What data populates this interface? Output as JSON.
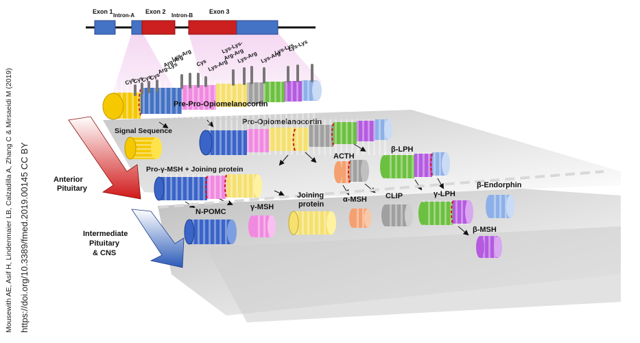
{
  "gene": {
    "exon1": "Exon 1",
    "intron_a": "Intron-A",
    "exon2": "Exon 2",
    "intron_b": "Intron-B",
    "exon3": "Exon 3"
  },
  "cleavage_sites": {
    "cys1": "Cys",
    "cys2": "Cys",
    "cys3": "Cys",
    "cys4": "Cys",
    "arg_lys": "Arg-Lys",
    "arg_arg": "Arg-Arg",
    "lys_arg1": "Lys-Arg",
    "cys5": "Cys",
    "lys_arg2": "Lys-Arg",
    "lys_lys_arg_arg": [
      "Lys-Lys-",
      "Arg-Arg"
    ],
    "lys_arg3": "Lys-Arg",
    "lys_arg4": "Lys-Arg",
    "lys_lys1": "Lys-Lys",
    "lys_lys2": "Lys-Lys"
  },
  "stages": {
    "anterior": [
      "Anterior",
      "Pituitary"
    ],
    "intermediate": [
      "Intermediate",
      "Pituitary",
      "& CNS"
    ]
  },
  "labels": {
    "pre_pomc": "Pre-Pro-Opiomelanocortin",
    "signal_sequence": "Signal Sequence",
    "pomc": "Pro-Opiomelanocortin",
    "pro_gamma_msh": "Pro-γ-MSH + Joining protein",
    "acth": "ACTH",
    "beta_lph": "β-LPH",
    "n_pomc": "N-POMC",
    "gamma_msh": "γ-MSH",
    "joining_protein": [
      "Joining",
      "protein"
    ],
    "alpha_msh": "α-MSH",
    "clip": "CLIP",
    "gamma_lph": "γ-LPH",
    "beta_endorphin": "β-Endorphin",
    "beta_msh": "β-MSH"
  },
  "citation": {
    "line1": "Mousewith AE, Asif H, Lindenmaier LB, Calzadilla A, Zhang C & Mirsaeidi M (2019)",
    "line2": "https://doi.org/10.3389/fmed.2019.00145  CC BY"
  },
  "colors": {
    "n_pomc": "#3a64c8",
    "gamma_msh": "#f08ae0",
    "joining": "#f5e070",
    "alpha_msh": "#f4a070",
    "clip": "#a0a0a0",
    "gamma_lph": "#6cc040",
    "beta_msh": "#b55be0",
    "beta_endorphin": "#8eb0e8",
    "signal": "#f5c800",
    "exon_blue": "#4472c4",
    "exon_red": "#cc1f1f"
  }
}
